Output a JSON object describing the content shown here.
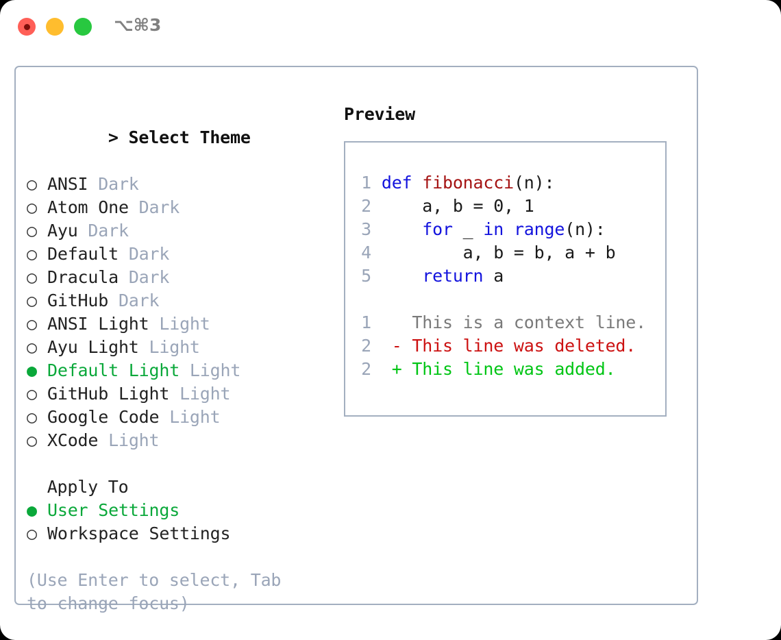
{
  "window": {
    "shortcut": "⌥⌘3",
    "traffic_lights": [
      {
        "name": "close",
        "color": "#ff5f57"
      },
      {
        "name": "minimize",
        "color": "#ffbd2e"
      },
      {
        "name": "maximize",
        "color": "#28c840"
      }
    ]
  },
  "colors": {
    "accent_green": "#0aa83a",
    "muted": "#9aa5b8",
    "keyword_blue": "#1313dd",
    "function_red": "#a51414",
    "diff_delete": "#cc1111",
    "diff_add": "#00c514",
    "border": "#a3afc0"
  },
  "theme_panel": {
    "header_prefix": "> ",
    "header": "Select Theme",
    "bullet_selected": "●",
    "bullet_unselected": "○",
    "items": [
      {
        "label": "ANSI",
        "tag": "Dark",
        "selected": false
      },
      {
        "label": "Atom One",
        "tag": "Dark",
        "selected": false
      },
      {
        "label": "Ayu",
        "tag": "Dark",
        "selected": false
      },
      {
        "label": "Default",
        "tag": "Dark",
        "selected": false
      },
      {
        "label": "Dracula",
        "tag": "Dark",
        "selected": false
      },
      {
        "label": "GitHub",
        "tag": "Dark",
        "selected": false
      },
      {
        "label": "ANSI Light",
        "tag": "Light",
        "selected": false
      },
      {
        "label": "Ayu Light",
        "tag": "Light",
        "selected": false
      },
      {
        "label": "Default Light",
        "tag": "Light",
        "selected": true
      },
      {
        "label": "GitHub Light",
        "tag": "Light",
        "selected": false
      },
      {
        "label": "Google Code",
        "tag": "Light",
        "selected": false
      },
      {
        "label": "XCode",
        "tag": "Light",
        "selected": false
      }
    ]
  },
  "apply_to": {
    "header": "  Apply To",
    "items": [
      {
        "label": "User Settings",
        "selected": true
      },
      {
        "label": "Workspace Settings",
        "selected": false
      }
    ]
  },
  "hint": "(Use Enter to select, Tab to change focus)",
  "preview": {
    "title": "Preview",
    "code_lines": [
      {
        "num": "1",
        "segments": [
          {
            "text": "def ",
            "style": "kw"
          },
          {
            "text": "fibonacci",
            "style": "fname"
          },
          {
            "text": "(n):",
            "style": "plain"
          }
        ]
      },
      {
        "num": "2",
        "segments": [
          {
            "text": "    a, b = 0, 1",
            "style": "plain"
          }
        ]
      },
      {
        "num": "3",
        "segments": [
          {
            "text": "    ",
            "style": "plain"
          },
          {
            "text": "for",
            "style": "kw"
          },
          {
            "text": " _ ",
            "style": "plain"
          },
          {
            "text": "in",
            "style": "kw"
          },
          {
            "text": " ",
            "style": "plain"
          },
          {
            "text": "range",
            "style": "kw"
          },
          {
            "text": "(n):",
            "style": "plain"
          }
        ]
      },
      {
        "num": "4",
        "segments": [
          {
            "text": "        a, b = b, a + b",
            "style": "plain"
          }
        ]
      },
      {
        "num": "5",
        "segments": [
          {
            "text": "    ",
            "style": "plain"
          },
          {
            "text": "return",
            "style": "kw"
          },
          {
            "text": " a",
            "style": "plain"
          }
        ]
      }
    ],
    "diff_lines": [
      {
        "num": "1",
        "marker": "  ",
        "text": "This is a context line.",
        "kind": "context"
      },
      {
        "num": "2",
        "marker": "- ",
        "text": "This line was deleted.",
        "kind": "delete"
      },
      {
        "num": "2",
        "marker": "+ ",
        "text": "This line was added.",
        "kind": "add"
      }
    ]
  }
}
